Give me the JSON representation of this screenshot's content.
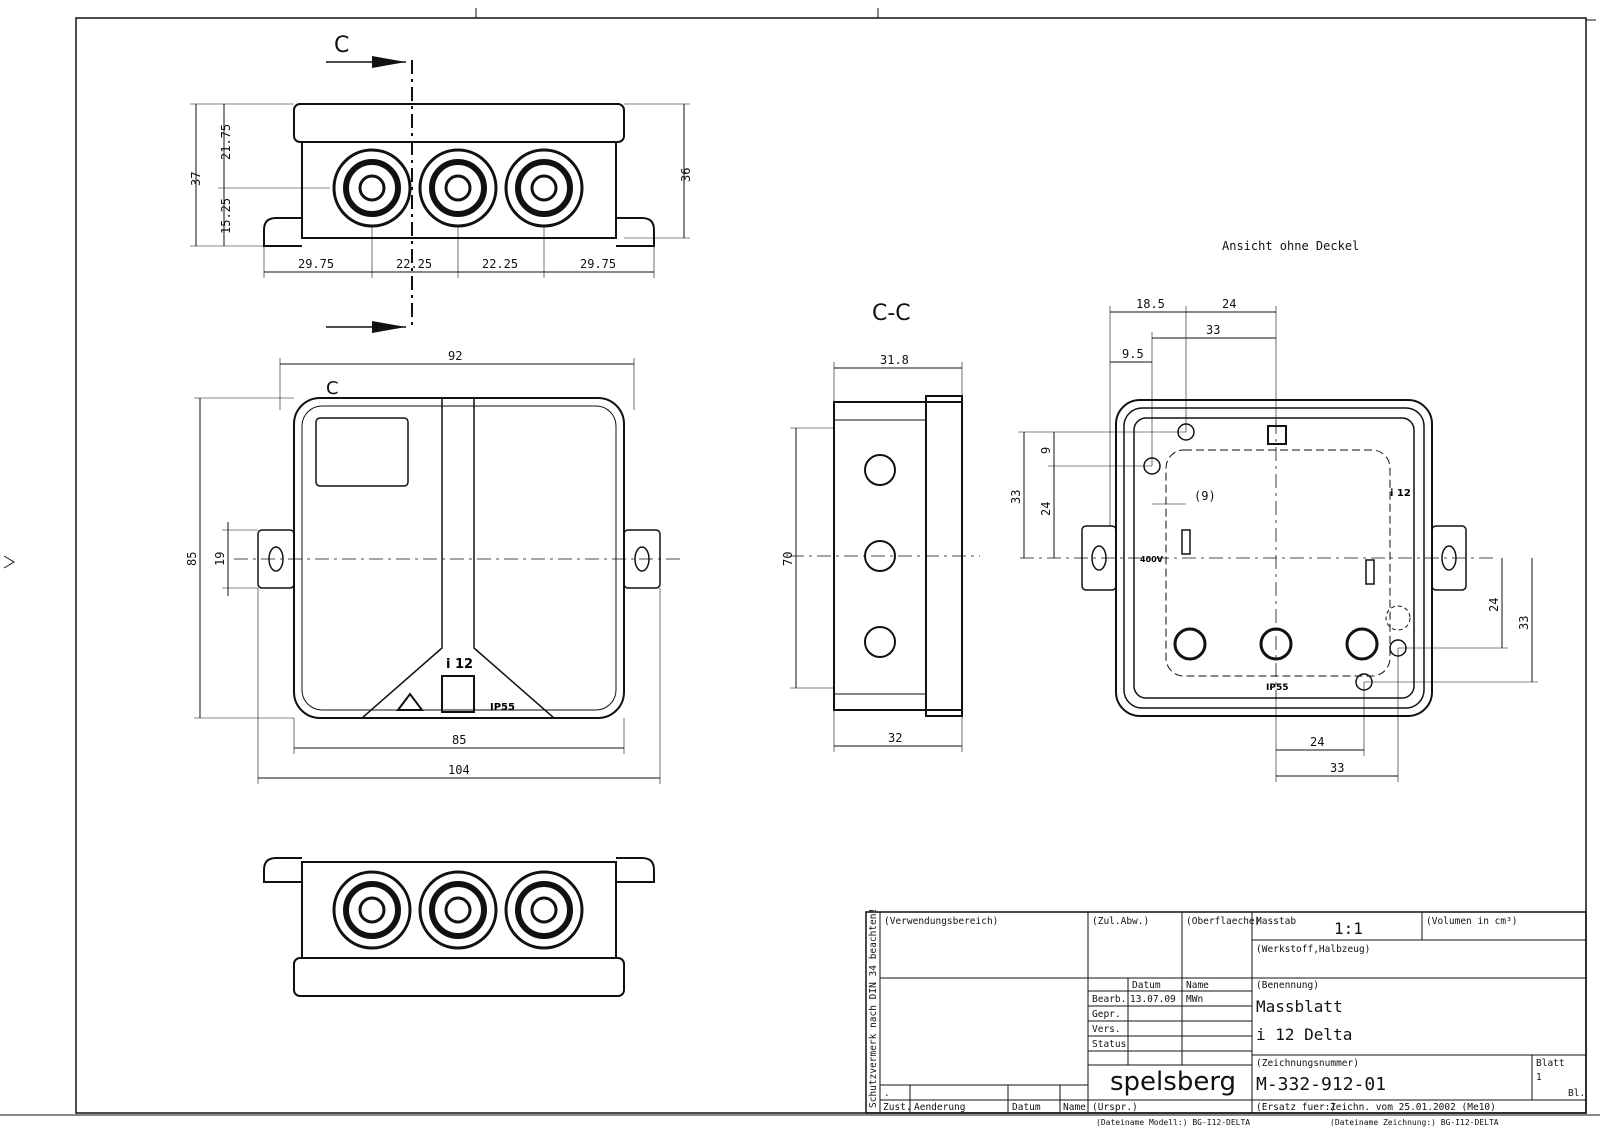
{
  "view_labels": {
    "section_marker": "C",
    "section_title": "C-C",
    "view_without_lid": "Ansicht ohne Deckel"
  },
  "dimensions": {
    "top_view": {
      "d21_75": "21.75",
      "d37": "37",
      "d15_25": "15.25",
      "d36": "36",
      "d29_75a": "29.75",
      "d22_25a": "22.25",
      "d22_25b": "22.25",
      "d29_75b": "29.75"
    },
    "front_view": {
      "d92": "92",
      "d85h": "85",
      "d19": "19",
      "d85w": "85",
      "d104": "104"
    },
    "section_view": {
      "d31_8": "31.8",
      "d70": "70",
      "d32": "32"
    },
    "open_view": {
      "d18_5": "18.5",
      "d24a": "24",
      "d33a": "33",
      "d9_5": "9.5",
      "d9": "9",
      "d33v": "33",
      "d24v": "24",
      "d9p": "(9)",
      "d24r": "24",
      "d33r": "33",
      "d24b": "24",
      "d33b": "33"
    }
  },
  "markings": {
    "product": "i 12",
    "ip_rating": "IP55",
    "voltage": "400V",
    "side_label": "i 12"
  },
  "title_block": {
    "protection_note": "Schutzvermerk nach DIN 34 beachten!",
    "use_area": "(Verwendungsbereich)",
    "tolerance": "(Zul.Abw.)",
    "surface": "(Oberflaeche)",
    "scale_label": "Masstab",
    "scale_value": "1:1",
    "volume": "(Volumen in cm³)",
    "material": "(Werkstoff,Halbzeug)",
    "date_header": "Datum",
    "name_header": "Name",
    "designation_label": "(Benennung)",
    "bearb": "Bearb.",
    "bearb_date": "13.07.09",
    "bearb_name": "MWn",
    "gepr": "Gepr.",
    "vers": "Vers.",
    "status": "Status",
    "title_line1": "Massblatt",
    "title_line2": "i 12 Delta",
    "drawing_number_label": "(Zeichnungsnummer)",
    "drawing_number": "M-332-912-01",
    "sheet_label": "Blatt",
    "sheet_value": "1",
    "sheet_suffix": "Bl.",
    "brand": "spelsberg",
    "dot": ".",
    "zust": "Zust.",
    "aenderung": "Aenderung",
    "datum": "Datum",
    "name": "Name",
    "urspr": "(Urspr.)",
    "replaces": "(Ersatz fuer:)",
    "drawn_date": "Zeichn. vom 25.01.2002 (Me10)",
    "model_file": "(Dateiname Modell:) BG-I12-DELTA",
    "drawing_file": "(Dateiname Zeichnung:) BG-I12-DELTA"
  }
}
